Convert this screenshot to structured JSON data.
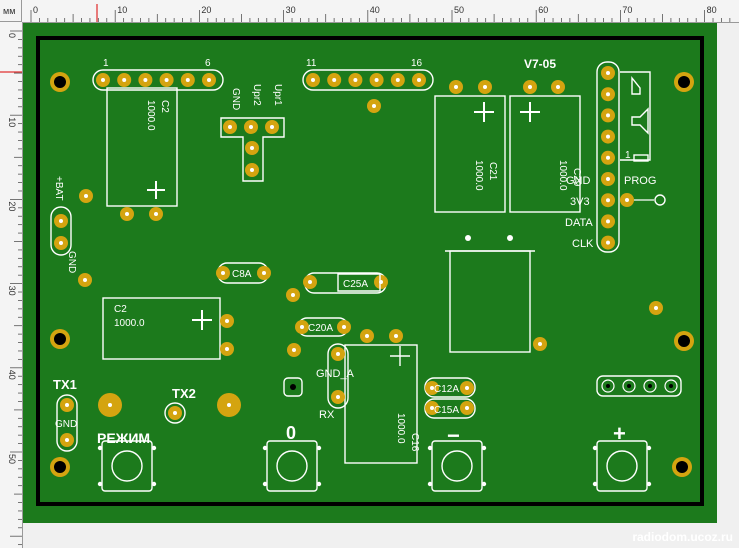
{
  "ruler": {
    "unit": "мм",
    "top_ticks": [
      "0",
      "10",
      "20",
      "30",
      "40",
      "50",
      "60",
      "70",
      "80"
    ],
    "left_ticks": [
      "0",
      "10",
      "20",
      "30",
      "40",
      "50"
    ]
  },
  "board": {
    "fill_color": "#1c7a1c",
    "edge_color": "#000000",
    "pad_color": "#d4a410"
  },
  "silkscreen": {
    "header1_start": "1",
    "header1_end": "6",
    "header2_start": "11",
    "header2_end": "16",
    "version": "V7-05",
    "gnd_top": "GND",
    "upr2": "Upr2",
    "upr1": "Upr1",
    "bat_plus": "+BAT",
    "gnd_left": "GND",
    "c2_top_name": "C2",
    "c2_top_value": "1000.0",
    "c2_bottom_name": "C2",
    "c2_bottom_value": "1000.0",
    "c21_name": "C21",
    "c21_value": "1000.0",
    "c29_name": "C29",
    "c29_value": "1000.0",
    "c16_name": "C16",
    "c16_value": "1000.0",
    "prog_pin1": "1",
    "prog": "PROG",
    "prog_gnd": "GND",
    "prog_3v3": "3V3",
    "prog_data": "DATA",
    "prog_clk": "CLK",
    "c8a": "C8A",
    "c25a": "C25A",
    "c20a": "C20A",
    "c12a": "C12A",
    "c15a": "C15A",
    "gnd_a": "GND_A",
    "rx": "RX",
    "tx1": "TX1",
    "tx1_gnd": "GND",
    "tx2": "TX2",
    "btn_mode": "РЕЖИМ",
    "btn_zero": "0",
    "btn_minus": "−",
    "btn_plus": "+"
  },
  "watermark": "radiodom.ucoz.ru"
}
